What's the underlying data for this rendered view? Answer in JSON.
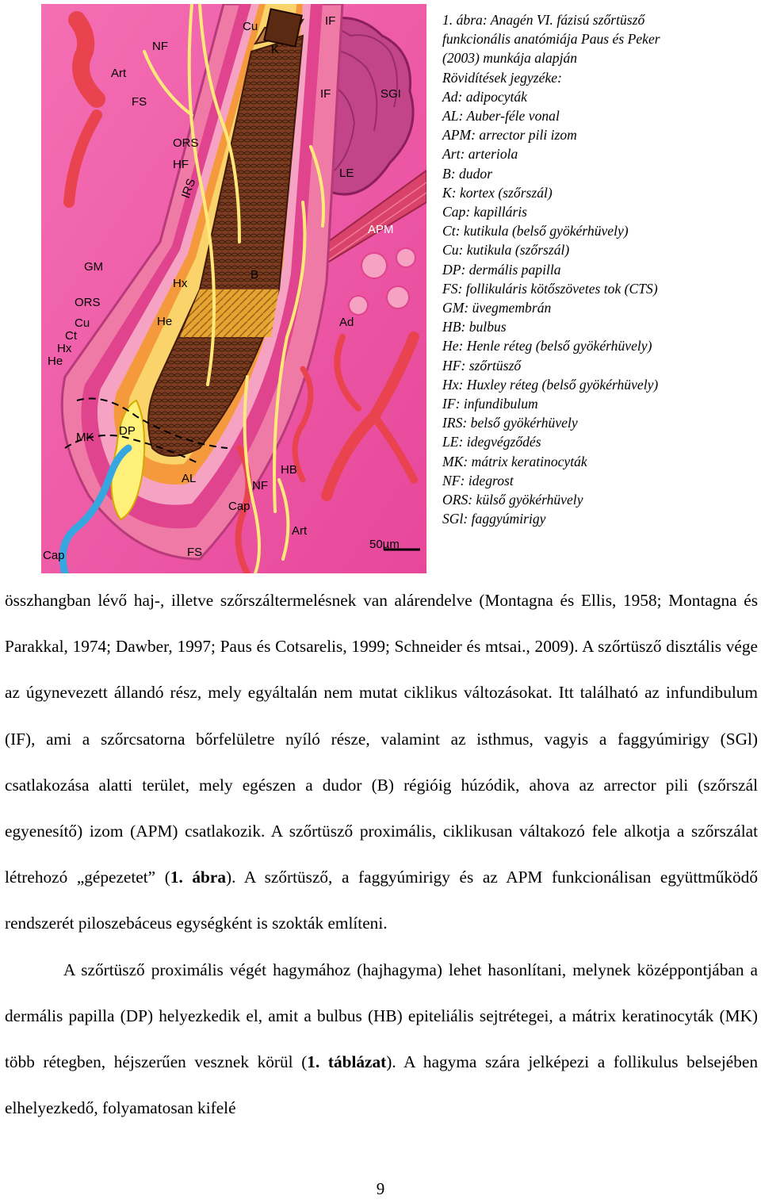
{
  "figure": {
    "caption_lines": [
      "1. ábra: Anagén VI. fázisú szőrtüsző",
      "funkcionális anatómiája Paus és Peker",
      "(2003) munkája alapján"
    ],
    "abbrev_title": "Rövidítések jegyzéke:",
    "abbreviations": [
      "Ad: adipocyták",
      "AL: Auber-féle vonal",
      "APM: arrector pili izom",
      "Art: arteriola",
      "B: dudor",
      "K: kortex (szőrszál)",
      "Cap: kapilláris",
      "Ct: kutikula (belső gyökérhüvely)",
      "Cu: kutikula (szőrszál)",
      "DP: dermális papilla",
      "FS: follikuláris kötőszövetes tok (CTS)",
      "GM: üvegmembrán",
      "HB: bulbus",
      "He: Henle réteg (belső gyökérhüvely)",
      "HF: szőrtüsző",
      "Hx: Huxley réteg (belső gyökérhüvely)",
      "IF: infundibulum",
      "IRS: belső gyökérhüvely",
      "LE: idegvégződés",
      "MK: mátrix keratinocyták",
      "NF: idegrost",
      "ORS: külső gyökérhüvely",
      "SGl: faggyúmirigy"
    ],
    "labels": {
      "cu": "Cu",
      "k": "K",
      "if_top": "IF",
      "nf_top": "NF",
      "art_top": "Art",
      "fs_top": "FS",
      "if_mid": "IF",
      "sgi": "SGI",
      "ors_top": "ORS",
      "hf": "HF",
      "irs": "IRS",
      "le": "LE",
      "apm": "APM",
      "gm": "GM",
      "b": "B",
      "hx": "Hx",
      "ors_left": "ORS",
      "cu_left": "Cu",
      "ct": "Ct",
      "hx_left": "Hx",
      "he_left": "He",
      "he_mid": "He",
      "ad": "Ad",
      "mk": "MK",
      "dp": "DP",
      "al": "AL",
      "hb": "HB",
      "nf_bot": "NF",
      "cap_mid": "Cap",
      "art_bot": "Art",
      "scale": "50µm",
      "cap_bot": "Cap",
      "fs_bot": "FS"
    }
  },
  "body": {
    "p1_a": "összhangban lévő haj-, illetve szőrszáltermelésnek van alárendelve (Montagna és Ellis, 1958; Montagna és Parakkal, 1974; Dawber, 1997; Paus és Cotsarelis, 1999; Schneider és mtsai., 2009). A szőrtüsző disztális vége az úgynevezett állandó rész, mely egyáltalán nem mutat ciklikus változásokat. Itt található az infundibulum (IF), ami a szőrcsatorna bőrfelületre nyíló része, valamint az isthmus, vagyis a faggyúmirigy (SGl) csatlakozása alatti terület, mely egészen a dudor (B) régióig húzódik, ahova az arrector pili (szőrszál egyenesítő) izom (APM) csatlakozik. A szőrtüsző proximális, ciklikusan váltakozó fele alkotja a szőrszálat létrehozó „gépezetet” (",
    "p1_ref": "1. ábra",
    "p1_b": "). A szőrtüsző, a faggyúmirigy és az APM funkcionálisan együttműködő rendszerét piloszebáceus egységként is szokták említeni.",
    "p2_a": "A szőrtüsző proximális végét hagymához (hajhagyma) lehet hasonlítani, melynek középpontjában a dermális papilla (DP) helyezkedik el, amit a bulbus (HB) epiteliális sejtrétegei, a mátrix keratinocyták (MK) több rétegben, héjszerűen vesznek körül (",
    "p2_ref": "1. táblázat",
    "p2_b": "). A hagyma szára jelképezi a follikulus belsejében elhelyezkedő, folyamatosan kifelé"
  },
  "page_number": "9",
  "colors": {
    "background_pink": "#ee5aa6",
    "hair_shaft": "#7a3b1e",
    "vessel_red": "#e8434f",
    "nerve_yellow": "#ffe97a",
    "gland_magenta": "#c2458a",
    "capillary_blue": "#35a6e0"
  }
}
